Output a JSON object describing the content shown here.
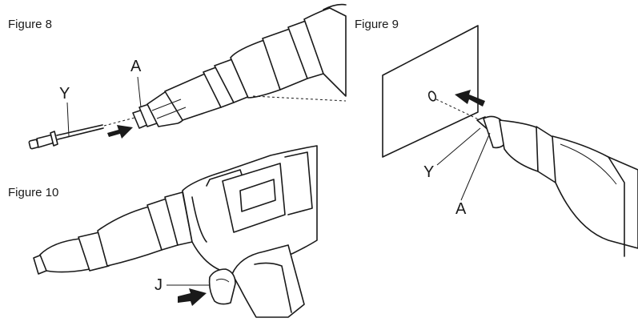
{
  "figures": {
    "fig8": {
      "title": "Figure 8",
      "label_a": "A",
      "label_y": "Y"
    },
    "fig9": {
      "title": "Figure 9",
      "label_a": "A",
      "label_y": "Y"
    },
    "fig10": {
      "title": "Figure 10",
      "label_j": "J"
    }
  },
  "icons": {
    "arrow": "push-arrow-icon"
  }
}
